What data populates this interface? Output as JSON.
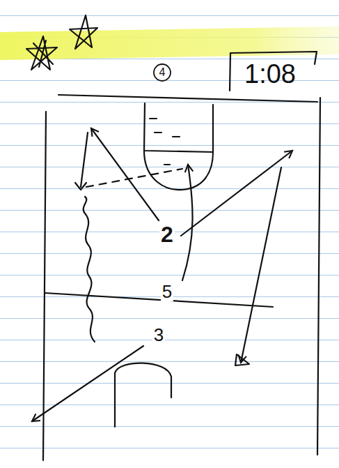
{
  "diagram": {
    "nodes": [
      {
        "text": [
          "4"
        ]
      },
      {
        "text": [
          "1:08"
        ]
      }
    ],
    "labels": [
      "2",
      "5",
      "3"
    ]
  }
}
